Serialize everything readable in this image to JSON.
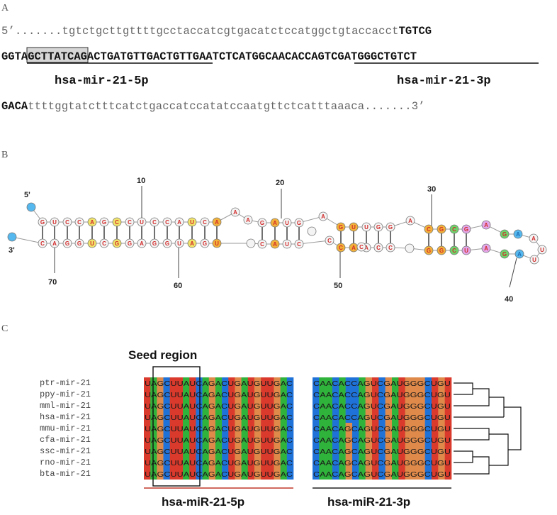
{
  "panels": {
    "a": {
      "label": "A",
      "line1_prefix": "5’.......",
      "line1_lower": "tgtctgcttgttttgcctaccatcgtgacatctccatggctgtaccacct",
      "line1_upper": "TGTCG",
      "line2_p1": "GGT",
      "line2_boxed": "AGCTTAT",
      "line2_mir5p_rest": "CAGACTGATGTTGA",
      "line2_mid": "CTGTTGAATCTCATGG",
      "line2_mir3p": "CAACACCAGTCGATGGGCTGT",
      "line2_end": "CT",
      "mir5p_label": "hsa-mir-21-5p",
      "mir3p_label": "hsa-mir-21-3p",
      "line3_upper": "GACA",
      "line3_lower": "ttttggtatctttcatctgaccatccatatccaatgttctcatttaaaca",
      "line3_suffix": ".......3’"
    },
    "b": {
      "label": "B",
      "five_prime": "5'",
      "three_prime": "3'",
      "positions": [
        "10",
        "20",
        "30",
        "40",
        "50",
        "60",
        "70"
      ]
    },
    "c": {
      "label": "C",
      "seed_label": "Seed region",
      "species": [
        "ptr-mir-21",
        "ppy-mir-21",
        "mml-mir-21",
        "hsa-mir-21",
        "mmu-mir-21",
        "cfa-mir-21",
        "ssc-mir-21",
        "rno-mir-21",
        "bta-mir-21"
      ],
      "seq5p": [
        "UAGCUUAUCAGACUGAUGUUGAC",
        "UAGCUUAUCAGACUGAUGUUGAC",
        "UAGCUUAUCAGACUGAUGUUGAC",
        "UAGCUUAUCAGACUGAUGUUGAC",
        "UAGCUUAUCAGACUGAUGUUGAC",
        "UAGCUUAUCAGACUGAUGUUGAC",
        "UAGCUUAUCAGACUGAUGUUGAC",
        "UAGCUUAUCAGACUGAUGUUGAC",
        "UAGCUUAUCAGACUGAUGUUGAC"
      ],
      "seq3p": [
        "CAACACCAGUCGAUGGGCUGU",
        "CAACACCAGUCGAUGGGCUGU",
        "CAACACCAGUCGAUGGGCUGU",
        "CAACACCAGUCGAUGGGCUGU",
        "CAACAGCAGUCGAUGGGCUGU",
        "CAACAGCAGUCGAUGGGCUGU",
        "CAACAGCAGUCGAUGGGCUGU",
        "CAACAGCAGUCGAUGGGCUGU",
        "CAACAGCAGUCGAUGGGCUGU"
      ],
      "mir5p_label": "hsa-miR-21-5p",
      "mir3p_label": "hsa-miR-21-3p"
    }
  },
  "colors": {
    "A": "#2fb33a",
    "C": "#1f72d8",
    "G": "#df8a4a",
    "U": "#d93a2c"
  }
}
